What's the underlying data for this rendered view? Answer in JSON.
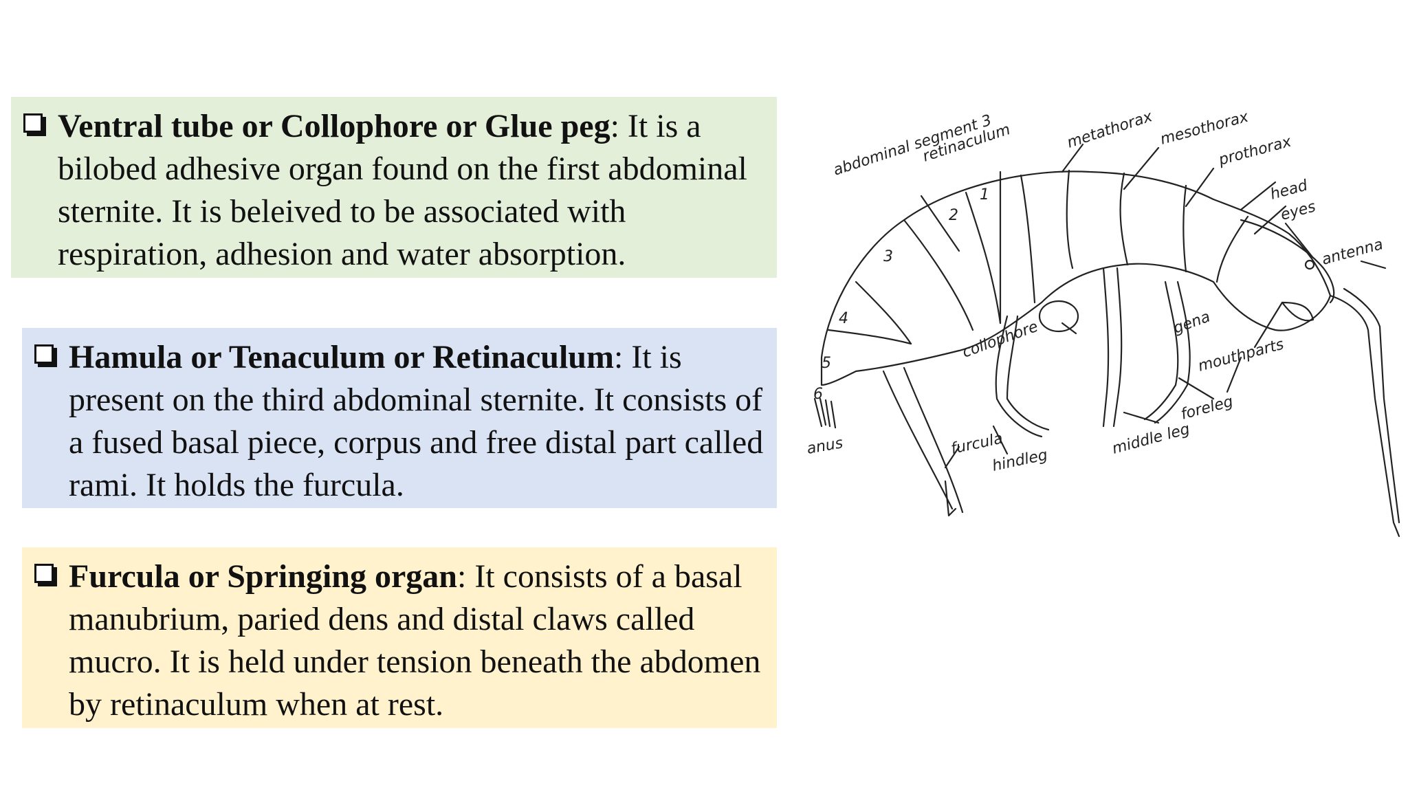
{
  "page": {
    "colors": {
      "box1": "#e3efd9",
      "box2": "#dae3f3",
      "box3": "#fff2cc"
    },
    "icons": {
      "bullet": "checkbox-square-icon"
    }
  },
  "items": [
    {
      "term": "Ventral tube or Collophore or Glue peg",
      "body": ": It is a bilobed adhesive organ found on the first abdominal sternite. It is beleived to be associated with respiration, adhesion and water absorption."
    },
    {
      "term": "Hamula or Tenaculum or Retinaculum",
      "body": ": It is present on the third abdominal sternite. It consists of a fused basal piece, corpus and free distal part called rami. It holds the furcula."
    },
    {
      "term": "Furcula or Springing organ",
      "body": ": It consists of a basal manubrium, paried dens and distal claws called mucro. It is held under tension beneath the abdomen by retinaculum when at rest."
    }
  ],
  "figure": {
    "labels": {
      "abdominal_segment": "abdominal segment 3",
      "retinaculum": "retinaculum",
      "metathorax": "metathorax",
      "mesothorax": "mesothorax",
      "prothorax": "prothorax",
      "head": "head",
      "eyes": "eyes",
      "antenna": "antenna",
      "gena": "gena",
      "mouthparts": "mouthparts",
      "foreleg": "foreleg",
      "middle_leg": "middle leg",
      "hindleg": "hindleg",
      "furcula": "furcula",
      "collophore": "collophore",
      "anus": "anus",
      "seg1": "1",
      "seg2": "2",
      "seg3": "3",
      "seg4": "4",
      "seg5": "5",
      "seg6": "6"
    }
  }
}
